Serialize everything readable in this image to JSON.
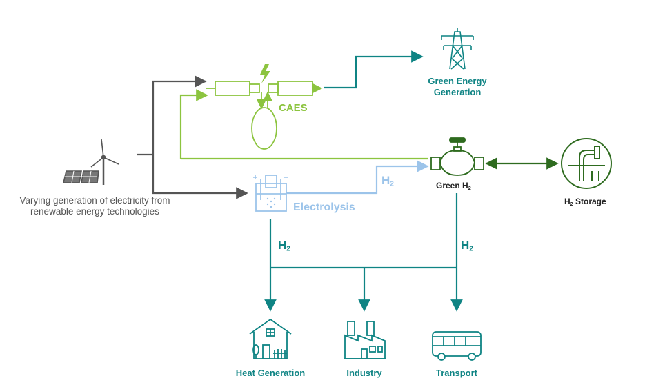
{
  "source_label": "Varying generation of electricity from renewable energy technologies",
  "caes_label": "CAES",
  "green_energy_label": "Green Energy Generation",
  "green_h2": {
    "text": "Green H",
    "sub": "2"
  },
  "h2_storage": {
    "pre": "H",
    "sub": "2",
    "text": " Storage"
  },
  "electrolysis_label": "Electrolysis",
  "h2_flow_label": {
    "text": "H",
    "sub": "2"
  },
  "outputs": [
    "Heat Generation",
    "Industry",
    "Transport"
  ],
  "colors": {
    "grey": "#555555",
    "light_green": "#8cc43f",
    "teal": "#0f8484",
    "light_blue": "#9cc4ea",
    "dark_green": "#2e6b1f"
  }
}
